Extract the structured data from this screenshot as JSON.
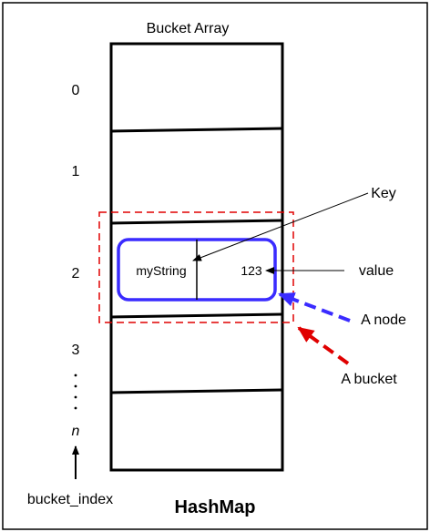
{
  "diagram": {
    "title": "Bucket Array",
    "caption": "HashMap",
    "index_axis_label": "bucket_index",
    "indices": [
      "0",
      "1",
      "2",
      "3",
      ":",
      "n"
    ],
    "node": {
      "key_text": "myString",
      "value_text": "123"
    },
    "annotations": {
      "key": "Key",
      "value": "value",
      "node": "A node",
      "bucket": "A bucket"
    },
    "colors": {
      "frame": "#000000",
      "node_border": "#3a2bff",
      "node_arrow": "#3a2bff",
      "bucket_border": "#e00000",
      "bucket_arrow": "#e00000",
      "background": "#ffffff"
    }
  }
}
